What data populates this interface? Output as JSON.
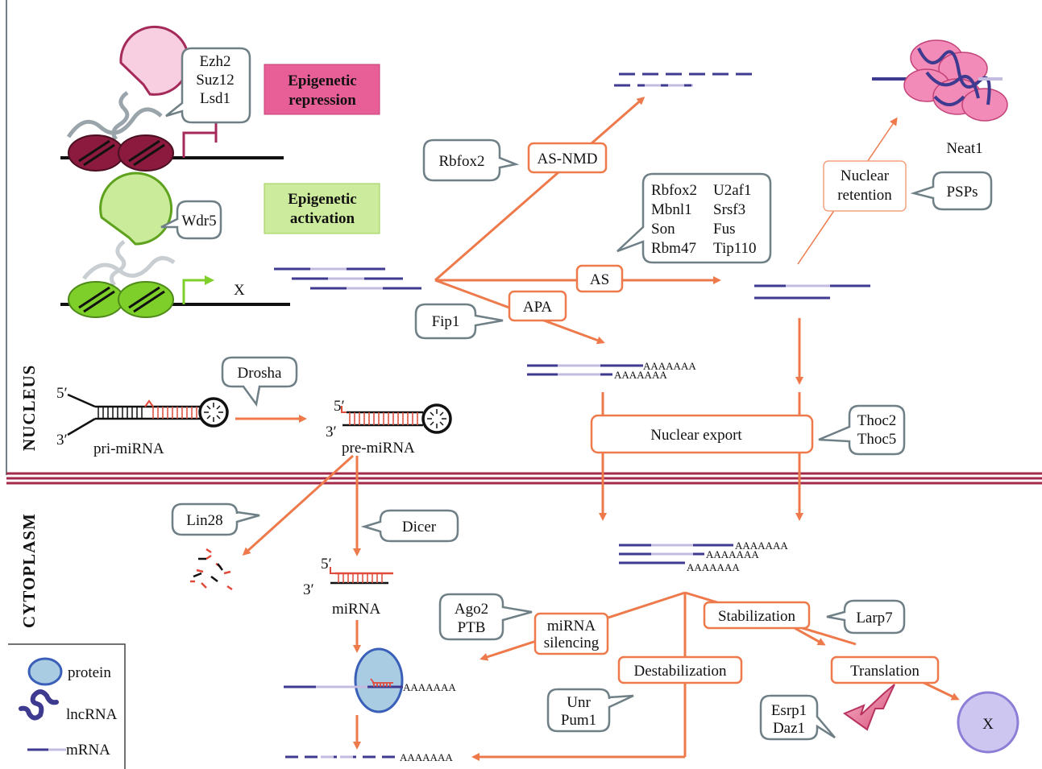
{
  "regions": {
    "nucleus": "NUCLEUS",
    "cytoplasm": "CYTOPLASM"
  },
  "epigenetic": {
    "repression_line1": "Epigenetic",
    "repression_line2": "repression",
    "activation_line1": "Epigenetic",
    "activation_line2": "activation",
    "repression_factors": [
      "Ezh2",
      "Suz12",
      "Lsd1"
    ],
    "activation_factor": "Wdr5",
    "target_gene": "X"
  },
  "processing": {
    "as_nmd": "AS-NMD",
    "rbfox2_nmd": "Rbfox2",
    "as": "AS",
    "as_factors_col1": [
      "Rbfox2",
      "Mbnl1",
      "Son",
      "Rbm47"
    ],
    "as_factors_col2": [
      "U2af1",
      "Srsf3",
      "Fus",
      "Tip110"
    ],
    "apa": "APA",
    "fip1": "Fip1",
    "polya": "AAAAAAA",
    "nuclear_retention_line1": "Nuclear",
    "nuclear_retention_line2": "retention",
    "psps": "PSPs",
    "neat1": "Neat1",
    "nuclear_export": "Nuclear export",
    "export_factors": [
      "Thoc2",
      "Thoc5"
    ]
  },
  "mirna": {
    "five_prime": "5′",
    "three_prime": "3′",
    "pri": "pri-miRNA",
    "pre": "pre-miRNA",
    "mature": "miRNA",
    "drosha": "Drosha",
    "dicer": "Dicer",
    "lin28": "Lin28"
  },
  "cytoplasm_fates": {
    "silencing_line1": "miRNA",
    "silencing_line2": "silencing",
    "silencing_factors": [
      "Ago2",
      "PTB"
    ],
    "stabilization": "Stabilization",
    "larp7": "Larp7",
    "destabilization": "Destabilization",
    "destab_factors": [
      "Unr",
      "Pum1"
    ],
    "translation": "Translation",
    "translation_factors": [
      "Esrp1",
      "Daz1"
    ],
    "protein_x": "X"
  },
  "legend": {
    "protein": "protein",
    "lncrna": "lncRNA",
    "mrna": "mRNA"
  },
  "colors": {
    "arrow": "#ee7a4c",
    "callout_border": "#6e7f86",
    "repression_box": "#e85f97",
    "activation_box": "#cdeb9c",
    "nucleosome_repressed": "#8b1a3e",
    "nucleosome_active": "#7fcf2a",
    "mrna_dark": "#3d3a8f",
    "mrna_light": "#c2bde0",
    "membrane": "#a3294a"
  }
}
